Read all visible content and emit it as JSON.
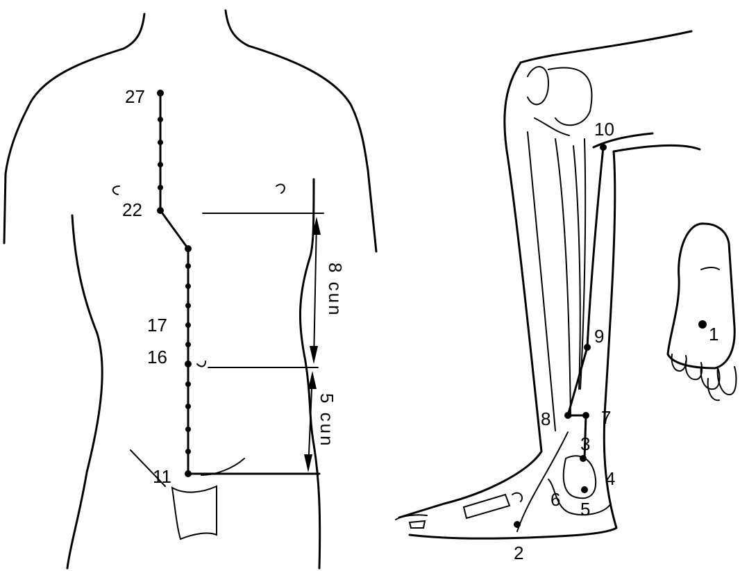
{
  "labels": {
    "torso": {
      "p27": "27",
      "p22": "22",
      "p17": "17",
      "p16": "16",
      "p11": "11",
      "measure_upper": "8 cun",
      "measure_lower": "5 cun"
    },
    "leg": {
      "p1": "1",
      "p2": "2",
      "p3": "3",
      "p4": "4",
      "p5": "5",
      "p6": "6",
      "p7": "7",
      "p8": "8",
      "p9": "9",
      "p10": "10"
    }
  }
}
